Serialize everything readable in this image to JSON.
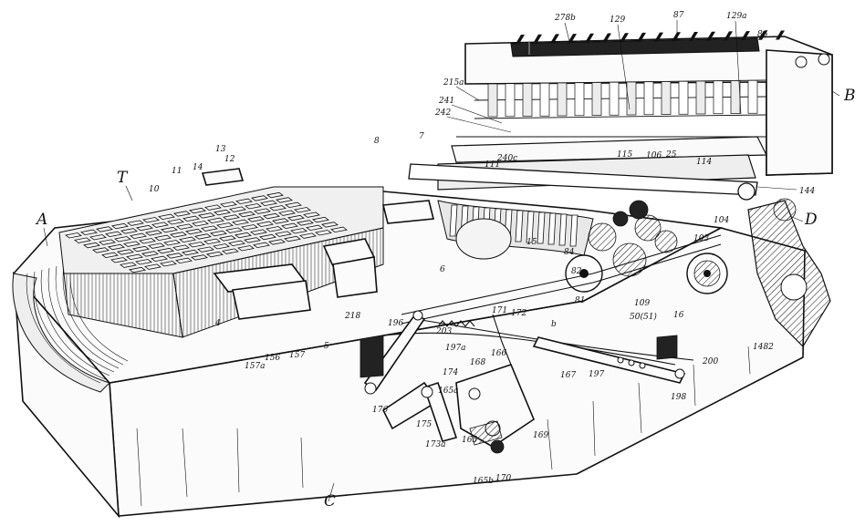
{
  "figure": {
    "letters": [
      "A",
      "T",
      "B",
      "C",
      "D"
    ],
    "labels": [
      "278b",
      "129",
      "87",
      "129a",
      "86",
      "215a",
      "241",
      "242",
      "240c",
      "111",
      "115",
      "106",
      "25",
      "114",
      "144",
      "13",
      "12",
      "11",
      "14",
      "10",
      "8",
      "7",
      "15",
      "104",
      "103",
      "84",
      "82",
      "81",
      "109",
      "50(51)",
      "16",
      "1482",
      "203",
      "171",
      "172",
      "196",
      "197a",
      "218",
      "157",
      "156",
      "157a",
      "4",
      "5",
      "6",
      "166",
      "168",
      "167",
      "197",
      "200",
      "198",
      "174",
      "176",
      "165a",
      "175",
      "173a",
      "165",
      "165b",
      "170",
      "169",
      "b"
    ]
  }
}
